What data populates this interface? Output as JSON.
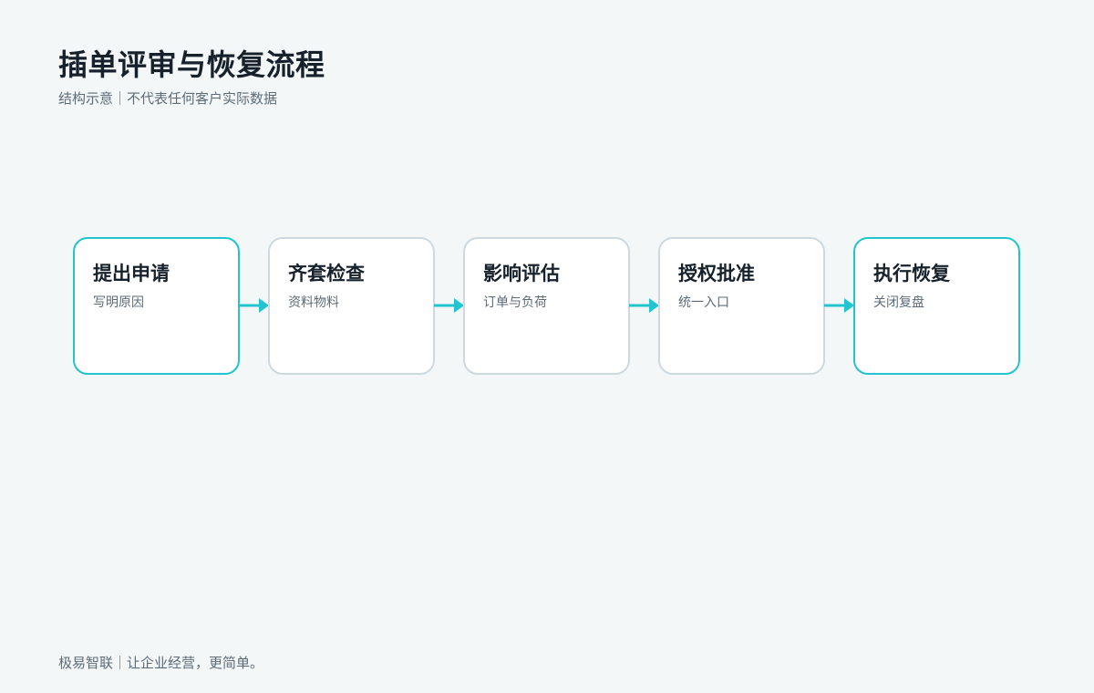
{
  "header": {
    "title": "插单评审与恢复流程",
    "subtitle": "结构示意｜不代表任何客户实际数据"
  },
  "steps": [
    {
      "title": "提出申请",
      "desc": "写明原因",
      "highlight": true
    },
    {
      "title": "齐套检查",
      "desc": "资料物料",
      "highlight": false
    },
    {
      "title": "影响评估",
      "desc": "订单与负荷",
      "highlight": false
    },
    {
      "title": "授权批准",
      "desc": "统一入口",
      "highlight": false
    },
    {
      "title": "执行恢复",
      "desc": "关闭复盘",
      "highlight": true
    }
  ],
  "colors": {
    "accent": "#22c4d0",
    "card_border": "#cdd9df",
    "background": "#f3f7f8",
    "text": "#17212b",
    "muted": "#5d6b78"
  },
  "footer": {
    "text": "极易智联｜让企业经营，更简单。"
  }
}
